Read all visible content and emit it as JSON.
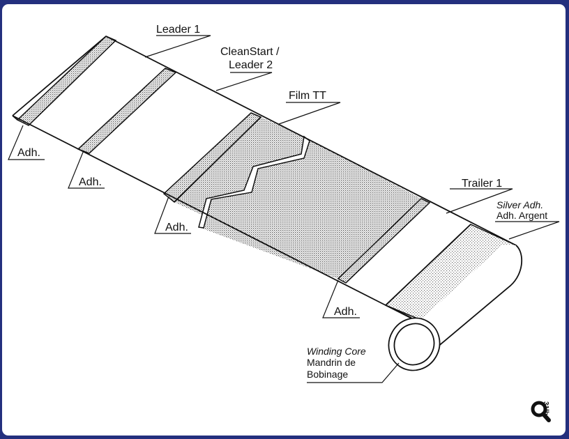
{
  "labels": {
    "leader1": "Leader 1",
    "cleanstart_line1": "CleanStart /",
    "cleanstart_line2": "Leader 2",
    "film": "Film TT",
    "trailer": "Trailer 1",
    "silver_en": "Silver Adh.",
    "silver_fr": "Adh. Argent",
    "adh1": "Adh.",
    "adh2": "Adh.",
    "adh3": "Adh.",
    "adh4": "Adh.",
    "core_en": "Winding Core",
    "core_fr_line1": "Mandrin de",
    "core_fr_line2": "Bobinage"
  },
  "corner": {
    "icon": "magnifier-icon",
    "code": "31lb"
  },
  "colors": {
    "frame": "#24307e",
    "background": "#ffffff",
    "line": "#111111",
    "film_fill": "#bdbdbd",
    "adhesive_fill": "#d6d6d6"
  }
}
